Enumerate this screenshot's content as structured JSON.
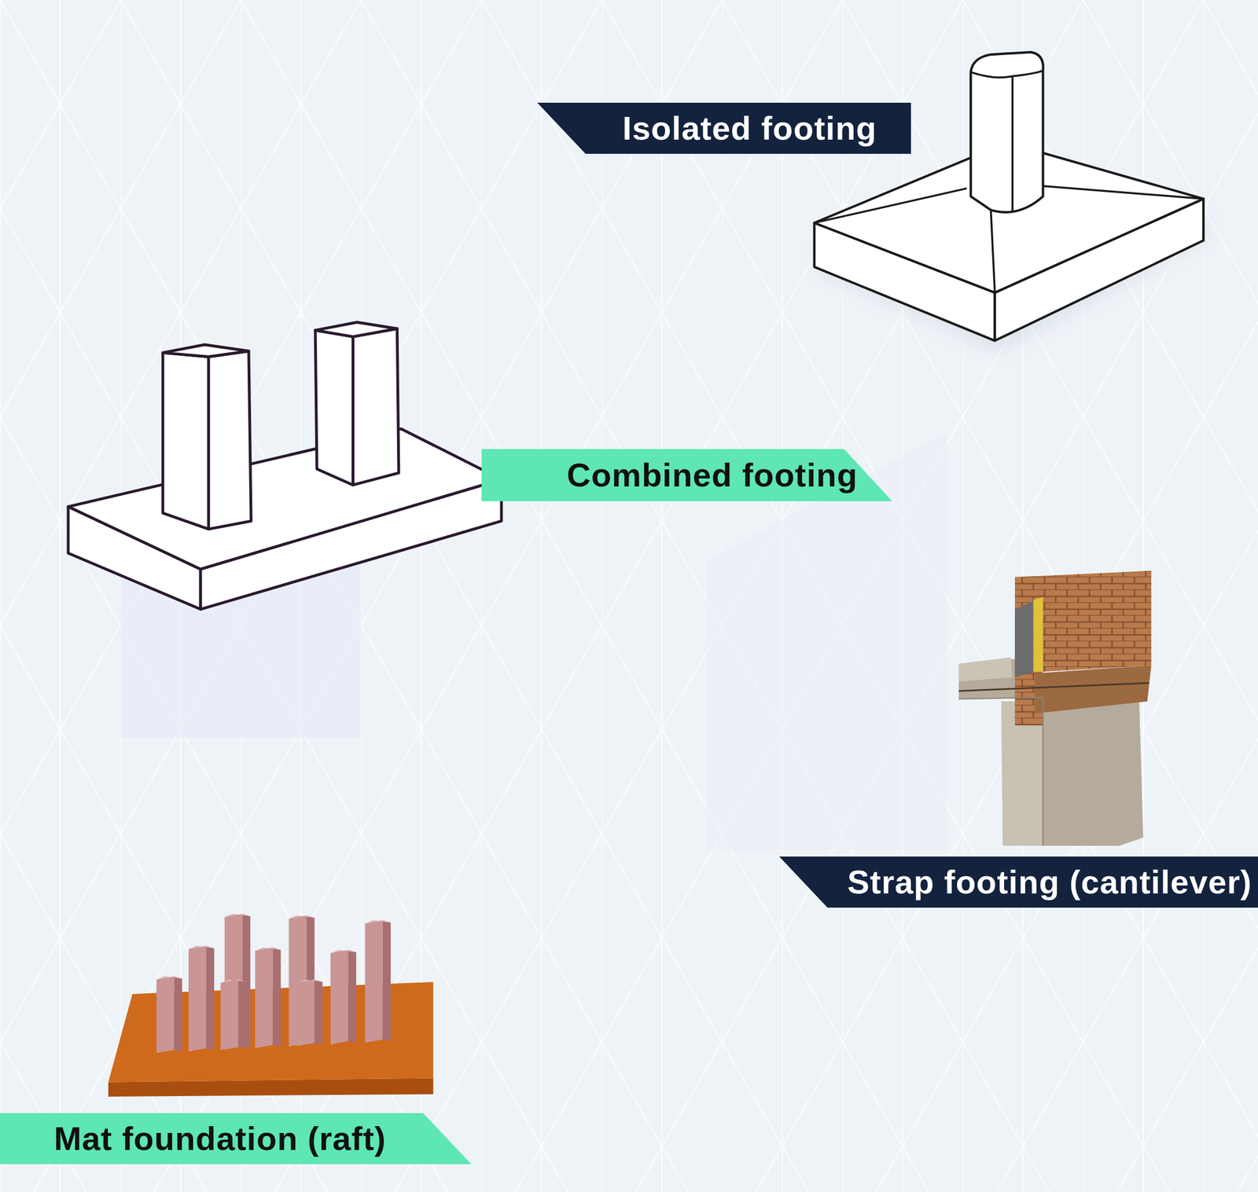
{
  "diagram": {
    "nodes": [
      {
        "text": [
          "Isolated footing"
        ]
      },
      {
        "text": [
          "Combined footing"
        ]
      },
      {
        "text": [
          "Strap footing (cantilever)"
        ]
      },
      {
        "text": [
          "Mat foundation (raft)"
        ]
      }
    ]
  }
}
